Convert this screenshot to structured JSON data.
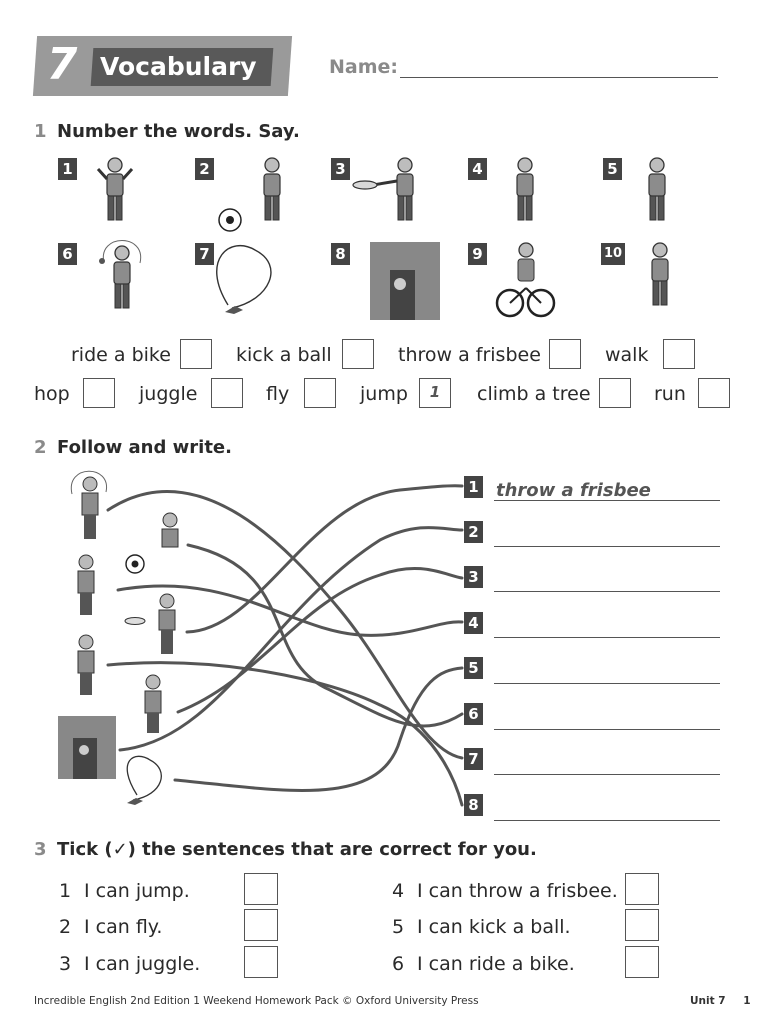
{
  "header": {
    "unit_number": "7",
    "title": "Vocabulary",
    "name_label": "Name:"
  },
  "section1": {
    "number": "1",
    "title": "Number the words. Say.",
    "picture_numbers": [
      "1",
      "2",
      "3",
      "4",
      "5",
      "6",
      "7",
      "8",
      "9",
      "10"
    ],
    "words_row1": [
      {
        "word": "ride a bike",
        "answer": ""
      },
      {
        "word": "kick a ball",
        "answer": ""
      },
      {
        "word": "throw a frisbee",
        "answer": ""
      },
      {
        "word": "walk",
        "answer": ""
      }
    ],
    "words_row2": [
      {
        "word": "hop",
        "answer": ""
      },
      {
        "word": "juggle",
        "answer": ""
      },
      {
        "word": "fly",
        "answer": ""
      },
      {
        "word": "jump",
        "answer": "1"
      },
      {
        "word": "climb a tree",
        "answer": ""
      },
      {
        "word": "run",
        "answer": ""
      }
    ]
  },
  "section2": {
    "number": "2",
    "title": "Follow and write.",
    "lines": [
      {
        "num": "1",
        "answer": "throw a frisbee"
      },
      {
        "num": "2",
        "answer": ""
      },
      {
        "num": "3",
        "answer": ""
      },
      {
        "num": "4",
        "answer": ""
      },
      {
        "num": "5",
        "answer": ""
      },
      {
        "num": "6",
        "answer": ""
      },
      {
        "num": "7",
        "answer": ""
      },
      {
        "num": "8",
        "answer": ""
      }
    ]
  },
  "section3": {
    "number": "3",
    "title": "Tick (✓) the sentences that are correct for you.",
    "sentences": [
      {
        "num": "1",
        "text": "I can jump."
      },
      {
        "num": "2",
        "text": "I can fly."
      },
      {
        "num": "3",
        "text": "I can juggle."
      },
      {
        "num": "4",
        "text": "I can throw a frisbee."
      },
      {
        "num": "5",
        "text": "I can kick a ball."
      },
      {
        "num": "6",
        "text": "I can ride a bike."
      }
    ]
  },
  "footer": {
    "left": "Incredible English 2nd Edition 1  Weekend Homework Pack © Oxford University Press",
    "unit": "Unit 7",
    "page": "1"
  },
  "colors": {
    "tag_bg": "#444444",
    "header_grey": "#9a9a9a",
    "title_box": "#595959"
  }
}
